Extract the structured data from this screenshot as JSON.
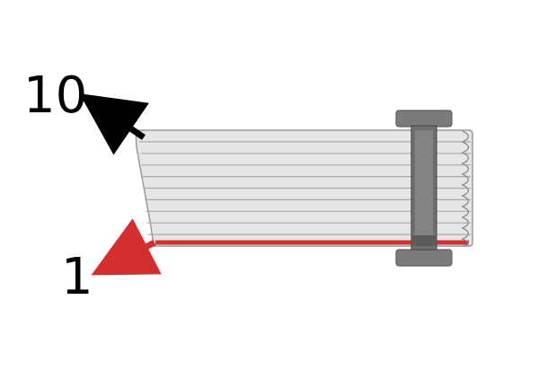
{
  "labels": {
    "top_pin": "10",
    "bottom_pin": "1"
  },
  "cable": {
    "wire_count": 10,
    "red_stripe_wire": 1
  },
  "colors": {
    "cable_fill": "#e6e6e6",
    "wire_line": "#a9a9a9",
    "outline": "#8a8a8a",
    "red_stripe": "#d32f2f",
    "connector": "#7b7b7b",
    "connector_dark": "#5f5f5f",
    "arrow_top": "#000000",
    "arrow_bottom": "#d32f2f",
    "label_text": "#000000"
  }
}
